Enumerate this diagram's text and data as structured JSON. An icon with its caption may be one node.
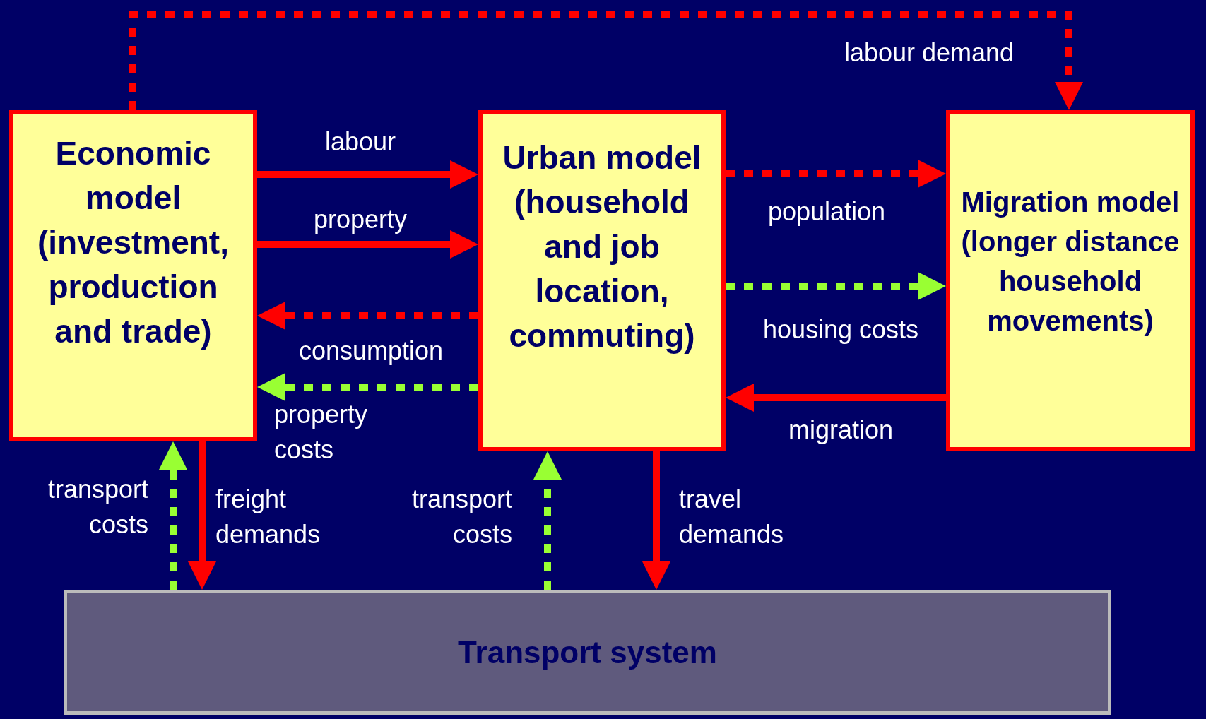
{
  "diagram": {
    "nodes": [
      {
        "text": [
          "Economic model (investment, production and trade)"
        ]
      },
      {
        "text": [
          "Urban model (household and job location, commuting)"
        ]
      },
      {
        "text": [
          "Migration model (longer distance household movements)"
        ]
      },
      {
        "text": [
          "Transport system"
        ]
      }
    ],
    "edges": [
      {
        "from": 0,
        "to": 2,
        "arrow": "to",
        "label": "labour demand",
        "style": "dashed"
      },
      {
        "from": 0,
        "to": 1,
        "arrow": "to",
        "label": "labour"
      },
      {
        "from": 0,
        "to": 1,
        "arrow": "to",
        "label": "property"
      },
      {
        "from": 1,
        "to": 0,
        "arrow": "to",
        "label": "consumption",
        "style": "dashed"
      },
      {
        "from": 1,
        "to": 0,
        "arrow": "to",
        "label": "property costs",
        "style": "dashed",
        "color": "#99ff33"
      },
      {
        "from": 1,
        "to": 2,
        "arrow": "to",
        "label": "population",
        "style": "dashed"
      },
      {
        "from": 1,
        "to": 2,
        "arrow": "to",
        "label": "housing costs",
        "style": "dashed",
        "color": "#99ff33"
      },
      {
        "from": 2,
        "to": 1,
        "arrow": "to",
        "label": "migration"
      },
      {
        "from": 3,
        "to": 0,
        "arrow": "to",
        "label": "transport costs",
        "style": "dashed",
        "color": "#99ff33"
      },
      {
        "from": 0,
        "to": 3,
        "arrow": "to",
        "label": "freight demands"
      },
      {
        "from": 3,
        "to": 1,
        "arrow": "to",
        "label": "transport costs",
        "style": "dashed",
        "color": "#99ff33"
      },
      {
        "from": 1,
        "to": 3,
        "arrow": "to",
        "label": "travel demands"
      }
    ]
  }
}
